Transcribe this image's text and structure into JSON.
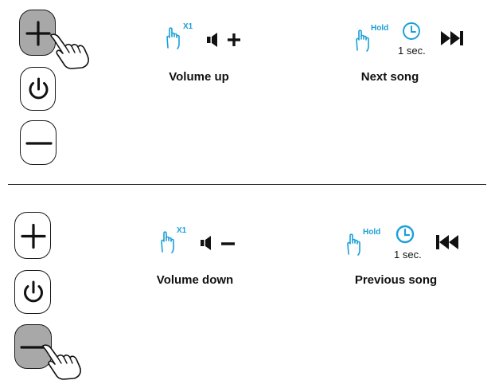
{
  "top": {
    "actions": [
      {
        "tag": "X1",
        "label": "Volume up"
      },
      {
        "tag": "Hold",
        "duration": "1 sec.",
        "label": "Next song"
      }
    ]
  },
  "bottom": {
    "actions": [
      {
        "tag": "X1",
        "label": "Volume down"
      },
      {
        "tag": "Hold",
        "duration": "1 sec.",
        "label": "Previous song"
      }
    ]
  },
  "colors": {
    "accent": "#1a9fd8",
    "text": "#111111",
    "pressed": "#a8a8a8"
  },
  "icons": [
    "plus-icon",
    "power-icon",
    "minus-icon",
    "hand-pointer-icon",
    "tap-hand-icon",
    "speaker-icon",
    "clock-icon",
    "next-track-icon",
    "previous-track-icon"
  ]
}
